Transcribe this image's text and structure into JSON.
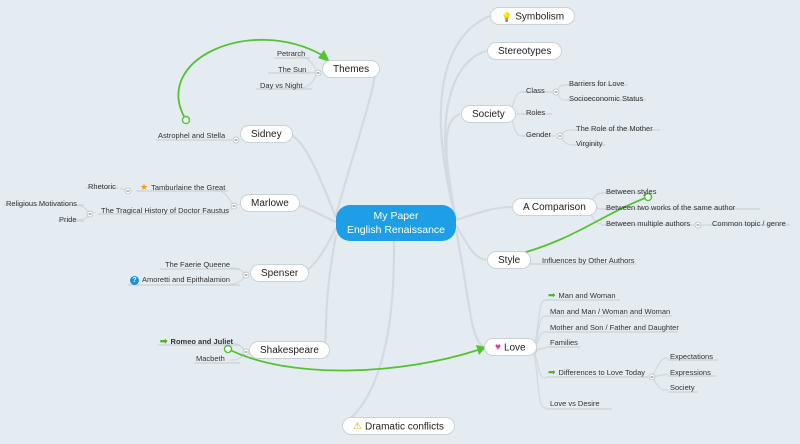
{
  "central": {
    "line1": "My Paper",
    "line2": "English Renaissance"
  },
  "topics": {
    "symbolism": "Symbolism",
    "stereotypes": "Stereotypes",
    "society": "Society",
    "a_comparison": "A Comparison",
    "style": "Style",
    "love": "Love",
    "dramatic_conflicts": "Dramatic conflicts",
    "themes": "Themes",
    "sidney": "Sidney",
    "marlowe": "Marlowe",
    "spenser": "Spenser",
    "shakespeare": "Shakespeare"
  },
  "society": {
    "class": "Class",
    "class_items": [
      "Barriers for Love",
      "Socioeconomic Status"
    ],
    "roles": "Roles",
    "gender": "Gender",
    "gender_items": [
      "The Role of the Mother",
      "Virginity"
    ]
  },
  "comparison": {
    "between_styles": "Between styles",
    "same_author": "Between two works of the same author",
    "multiple_authors": "Between multiple authors",
    "common_topic": "Common topic / genre"
  },
  "style": {
    "influences": "Influences by Other Authors"
  },
  "love": {
    "man_woman": "Man and Woman",
    "man_man": "Man and Man / Woman and Woman",
    "mother_son": "Mother and Son / Father and Daughter",
    "families": "Families",
    "differences": "Differences to Love Today",
    "differences_items": [
      "Expectations",
      "Expressions",
      "Society"
    ],
    "love_vs_desire": "Love vs Desire"
  },
  "themes": {
    "items": [
      "Petrarch",
      "The Sun",
      "Day vs Night"
    ]
  },
  "sidney": {
    "work": "Astrophel and Stella"
  },
  "marlowe": {
    "tamburlaine": "Tamburlaine the Great",
    "rhetoric": "Rhetoric",
    "faustus": "The Tragical History of Doctor Faustus",
    "religious": "Religious Motivations",
    "pride": "Pride"
  },
  "spenser": {
    "faerie": "The Faerie Queene",
    "amoretti": "Amoretti and Epithalamion"
  },
  "shakespeare": {
    "romeo": "Romeo and Juliet",
    "macbeth": "Macbeth"
  },
  "icons": {
    "symbolism": "lightbulb-icon",
    "love": "heart-icon",
    "dramatic": "warning-icon",
    "tamburlaine": "star-icon",
    "amoretti": "question-icon",
    "arrows": "green-arrow-icon"
  },
  "colors": {
    "background": "#e4ecf1",
    "central": "#1e9ee4",
    "relationship": "#55c331",
    "connector": "#d3dbe0"
  }
}
